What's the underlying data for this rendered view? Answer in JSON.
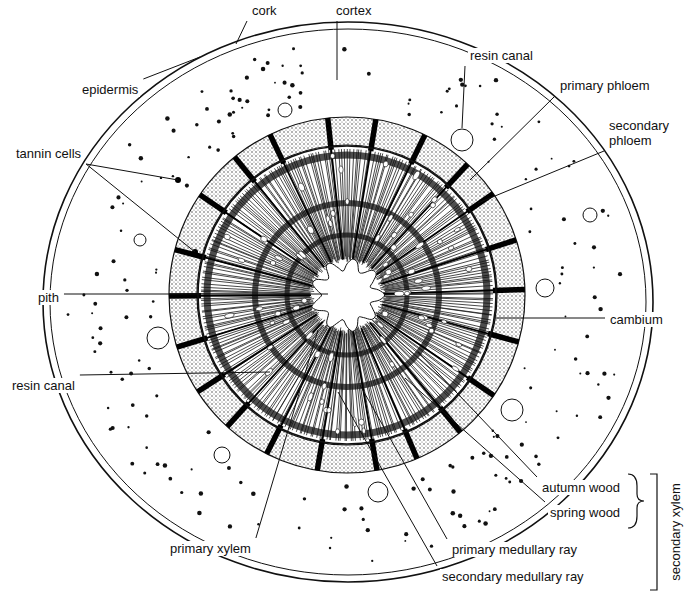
{
  "diagram": {
    "labels": [
      "cork",
      "cortex",
      "resin canal",
      "epidermis",
      "primary phloem",
      "tannin cells",
      "secondary phloem",
      "pith",
      "cambium",
      "resin canal",
      "autumn wood",
      "spring wood",
      "secondary xylem",
      "primary xylem",
      "primary medullary ray",
      "secondary medullary ray"
    ]
  }
}
